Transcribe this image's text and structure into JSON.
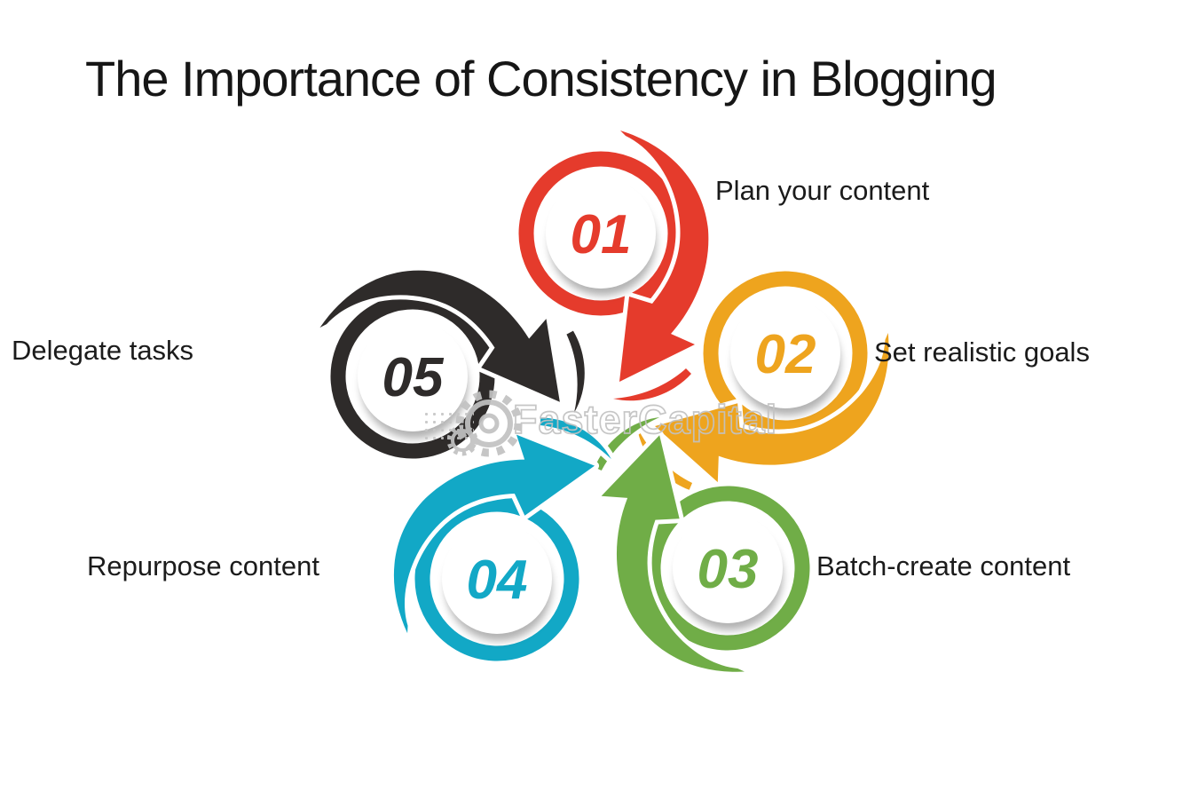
{
  "title": "The Importance of Consistency in Blogging",
  "watermark": {
    "text": "FasterCapital"
  },
  "background_color": "#ffffff",
  "text_color": "#1b1b1b",
  "steps": [
    {
      "number": "01",
      "label": "Plan your content",
      "color": "#E53B2C"
    },
    {
      "number": "02",
      "label": "Set realistic goals",
      "color": "#EEA41E"
    },
    {
      "number": "03",
      "label": "Batch-create content",
      "color": "#70AD47"
    },
    {
      "number": "04",
      "label": "Repurpose content",
      "color": "#12A8C6"
    },
    {
      "number": "05",
      "label": "Delegate tasks",
      "color": "#2E2B2A"
    }
  ]
}
